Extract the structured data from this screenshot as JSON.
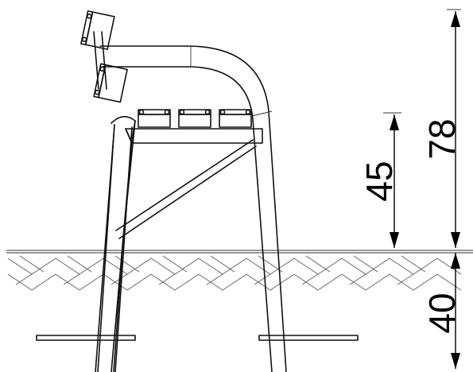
{
  "dimensions": {
    "overall_height": "78",
    "seat_height": "45",
    "embed_depth": "40"
  }
}
